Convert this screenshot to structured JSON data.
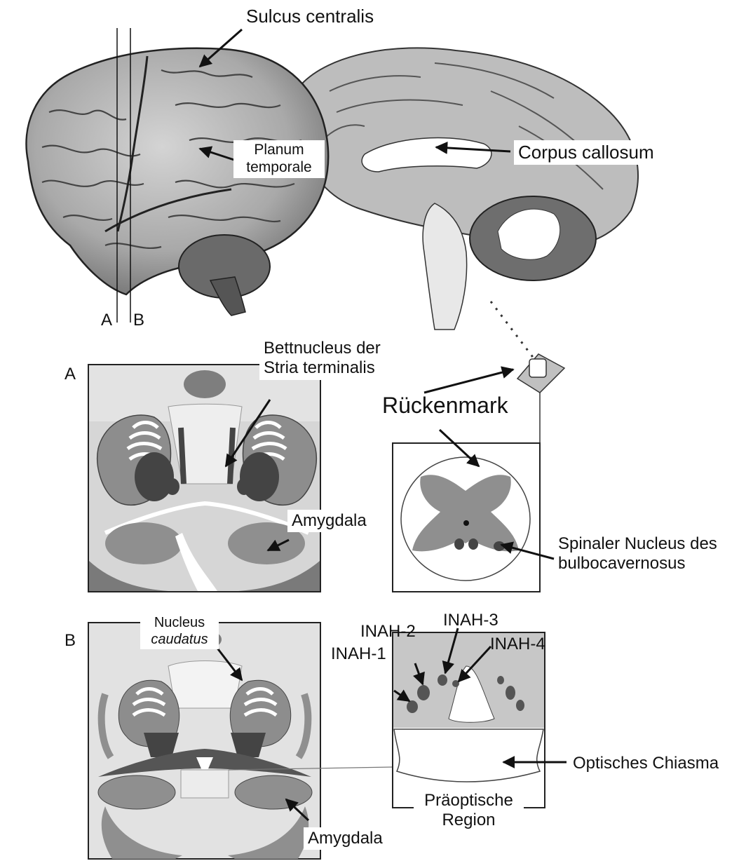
{
  "figure": {
    "background": "#ffffff",
    "colors": {
      "gray_matter": "#8f8f8f",
      "dark_nucleus": "#4a4a4a",
      "light_tissue": "#cfcfcf",
      "pale_tissue": "#e6e6e6",
      "brain_surface": "#b5b5b5",
      "outline": "#222222"
    }
  },
  "labels": {
    "sulcus_centralis": "Sulcus centralis",
    "planum_line1": "Planum",
    "planum_line2": "temporale",
    "corpus_callosum": "Corpus callosum",
    "section_a_marker": "A",
    "section_b_marker": "B",
    "panel_a_letter": "A",
    "panel_b_letter": "B",
    "bettnucleus_line1": "Bettnucleus der",
    "bettnucleus_line2": "Stria terminalis",
    "rueckenmark": "Rückenmark",
    "amygdala_a": "Amygdala",
    "amygdala_b": "Amygdala",
    "spinaler_line1": "Spinaler Nucleus des",
    "spinaler_line2": "bulbocavernosus",
    "nucleus_line1": "Nucleus",
    "nucleus_line2": "caudatus",
    "inah1": "INAH-1",
    "inah2": "INAH-2",
    "inah3": "INAH-3",
    "inah4": "INAH-4",
    "optisches_chiasma": "Optisches Chiasma",
    "praeoptische_line1": "Präoptische",
    "praeoptische_line2": "Region"
  },
  "icons": [
    "arrow-icon",
    "dotted-connector-icon"
  ]
}
